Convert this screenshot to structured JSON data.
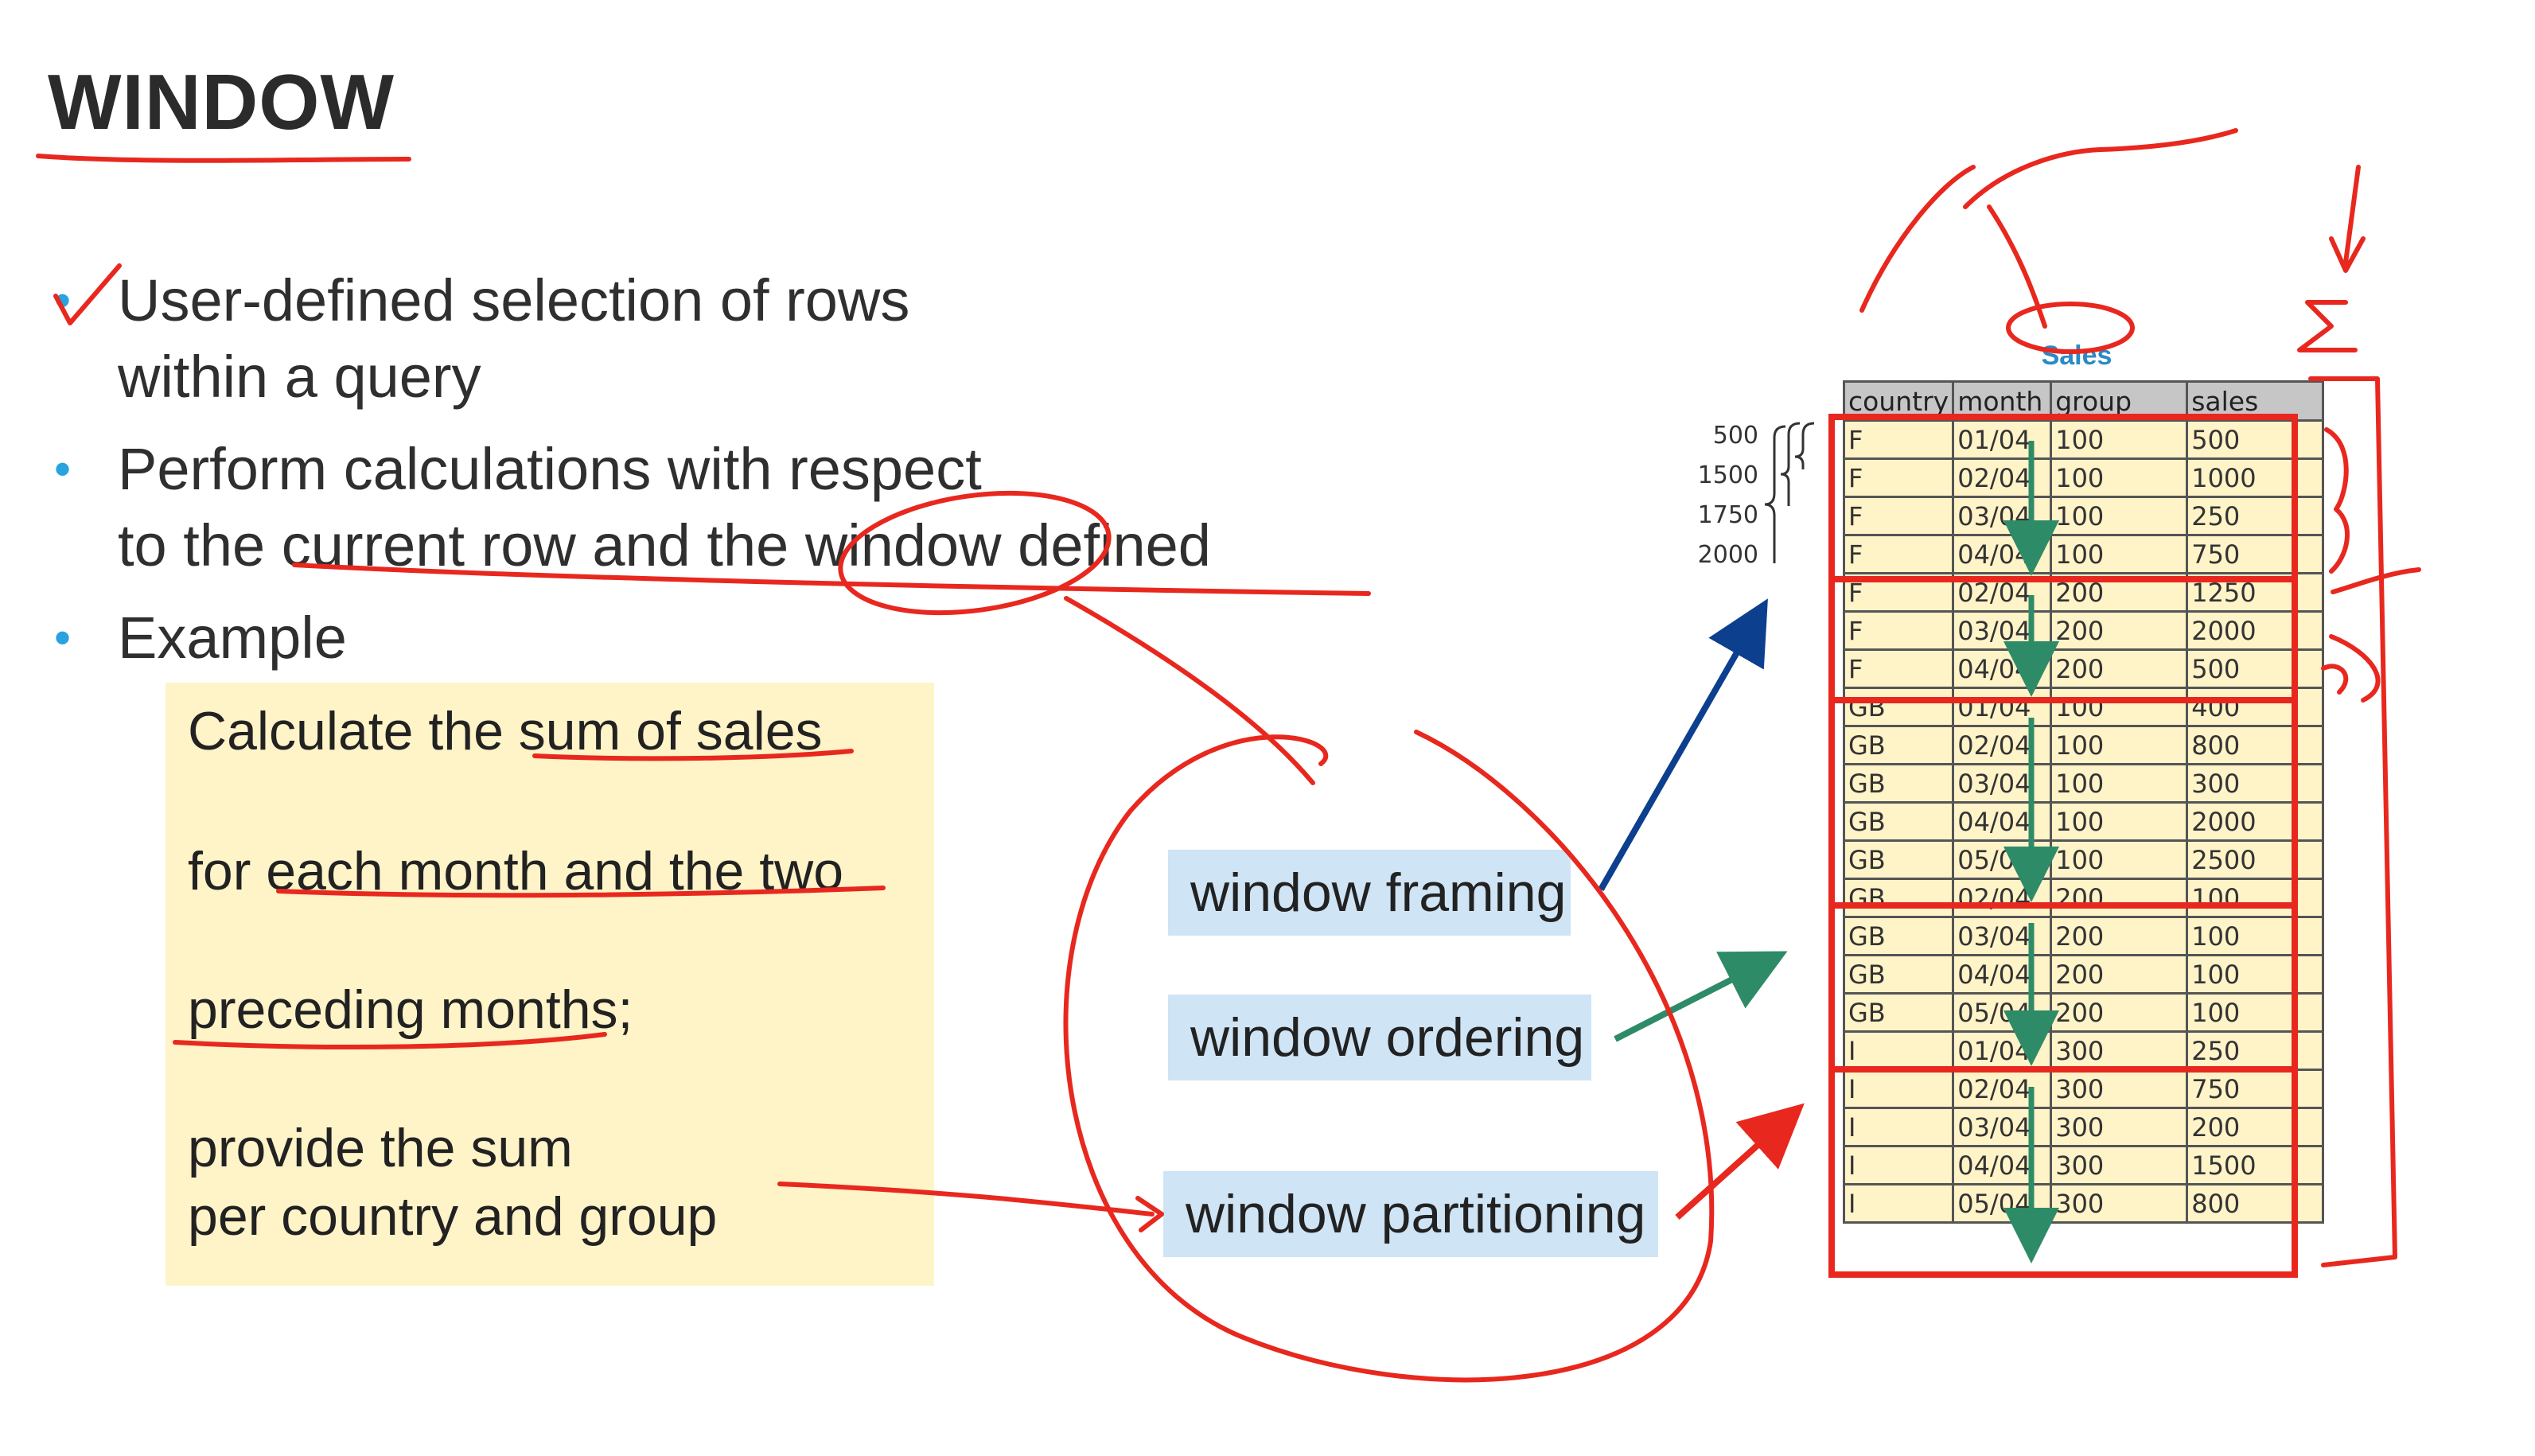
{
  "slide": {
    "title": "WINDOW",
    "bullets": [
      {
        "lines": [
          "User-defined selection of rows",
          "within a query"
        ]
      },
      {
        "lines": [
          "Perform calculations with respect",
          "to the current row and the window defined"
        ]
      },
      {
        "lines": [
          "Example"
        ]
      }
    ]
  },
  "example": {
    "line1": "Calculate the sum of sales",
    "line2": "for each month and the two",
    "line3": "preceding months;",
    "line4": "provide the sum",
    "line5": "per country and group"
  },
  "tags": {
    "framing": "window framing",
    "ordering": "window ordering",
    "partitioning": "window partitioning"
  },
  "table": {
    "title": "Sales",
    "headers": [
      "country",
      "month",
      "group",
      "sales"
    ],
    "rows": [
      [
        "F",
        "01/04",
        "100",
        "500"
      ],
      [
        "F",
        "02/04",
        "100",
        "1000"
      ],
      [
        "F",
        "03/04",
        "100",
        "250"
      ],
      [
        "F",
        "04/04",
        "100",
        "750"
      ],
      [
        "F",
        "02/04",
        "200",
        "1250"
      ],
      [
        "F",
        "03/04",
        "200",
        "2000"
      ],
      [
        "F",
        "04/04",
        "200",
        "500"
      ],
      [
        "GB",
        "01/04",
        "100",
        "400"
      ],
      [
        "GB",
        "02/04",
        "100",
        "800"
      ],
      [
        "GB",
        "03/04",
        "100",
        "300"
      ],
      [
        "GB",
        "04/04",
        "100",
        "2000"
      ],
      [
        "GB",
        "05/04",
        "100",
        "2500"
      ],
      [
        "GB",
        "02/04",
        "200",
        "100"
      ],
      [
        "GB",
        "03/04",
        "200",
        "100"
      ],
      [
        "GB",
        "04/04",
        "200",
        "100"
      ],
      [
        "GB",
        "05/04",
        "200",
        "100"
      ],
      [
        "I",
        "01/04",
        "300",
        "250"
      ],
      [
        "I",
        "02/04",
        "300",
        "750"
      ],
      [
        "I",
        "03/04",
        "300",
        "200"
      ],
      [
        "I",
        "04/04",
        "300",
        "1500"
      ],
      [
        "I",
        "05/04",
        "300",
        "800"
      ]
    ]
  },
  "running_sums": [
    "500",
    "1500",
    "1750",
    "2000"
  ],
  "colors": {
    "annotation_red": "#e8281e",
    "bullet_blue": "#29a3e0",
    "arrow_navy": "#0d3f8f",
    "arrow_green": "#2e8b67",
    "box_yellow": "#fff3c8",
    "tag_blue": "#cfe4f5"
  }
}
